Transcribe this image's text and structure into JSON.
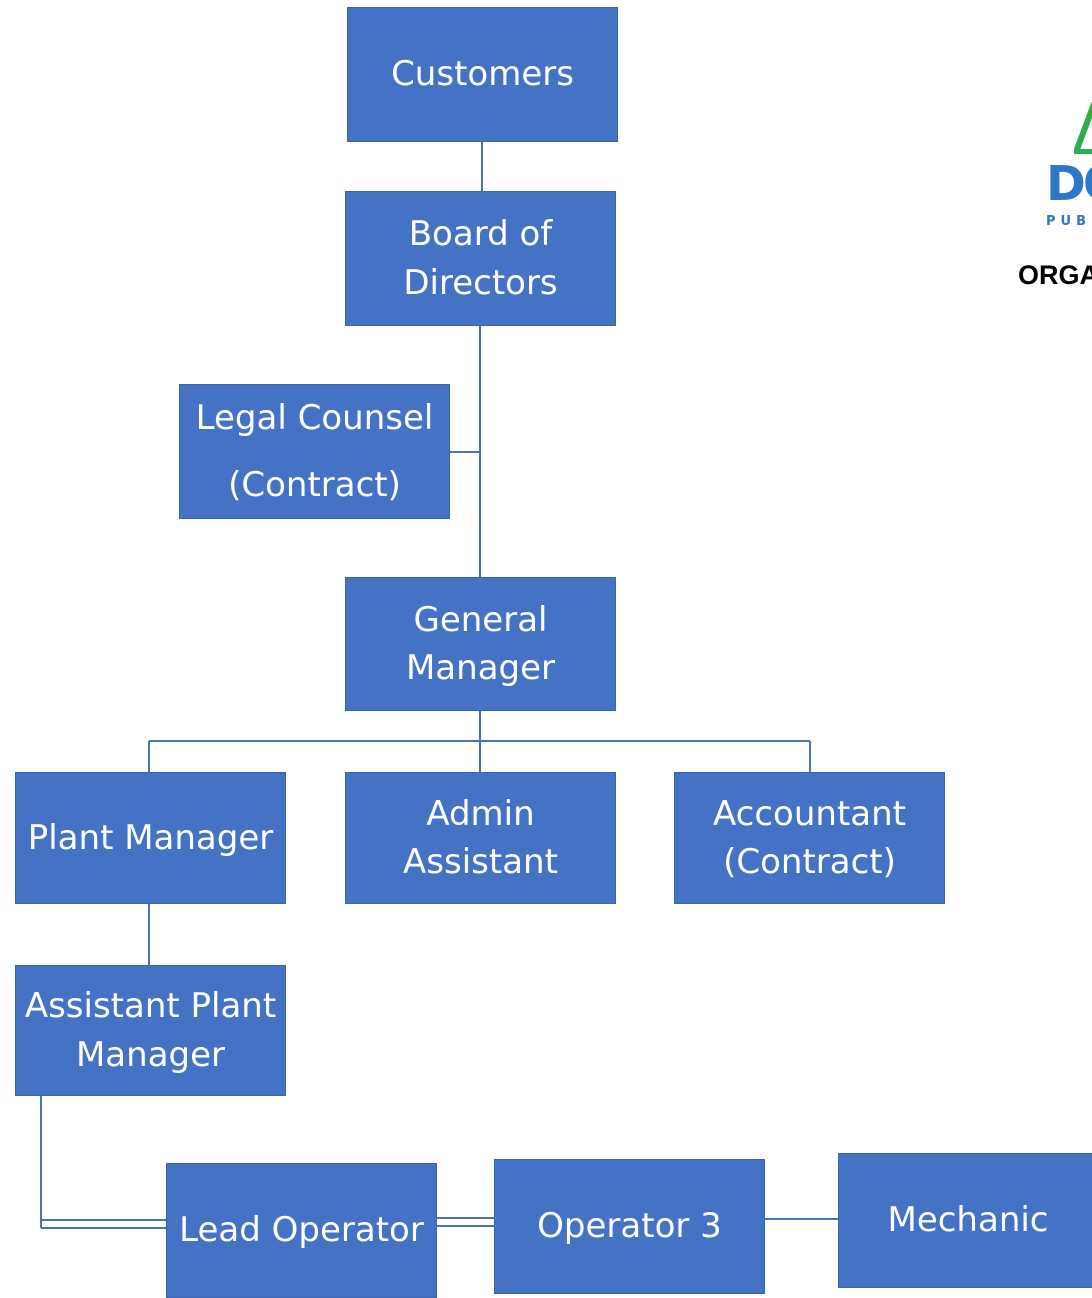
{
  "diagram": {
    "type": "org-chart",
    "box_color": "#4472c4",
    "line_color": "#4a73b8",
    "nodes": [
      {
        "id": "customers",
        "label": "Customers"
      },
      {
        "id": "board",
        "label": "Board of\nDirectors"
      },
      {
        "id": "legal",
        "label": "Legal Counsel\n(Contract)"
      },
      {
        "id": "gm",
        "label": "General\nManager"
      },
      {
        "id": "plant_mgr",
        "label": "Plant Manager"
      },
      {
        "id": "admin",
        "label": "Admin\nAssistant"
      },
      {
        "id": "accountant",
        "label": "Accountant\n(Contract)"
      },
      {
        "id": "asst_plant_mgr",
        "label": "Assistant Plant\nManager"
      },
      {
        "id": "lead_op",
        "label": "Lead Operator"
      },
      {
        "id": "op3",
        "label": "Operator 3"
      },
      {
        "id": "mechanic",
        "label": "Mechanic"
      }
    ],
    "edges": [
      [
        "customers",
        "board"
      ],
      [
        "board",
        "gm"
      ],
      [
        "board",
        "legal"
      ],
      [
        "gm",
        "plant_mgr"
      ],
      [
        "gm",
        "admin"
      ],
      [
        "gm",
        "accountant"
      ],
      [
        "plant_mgr",
        "asst_plant_mgr"
      ],
      [
        "asst_plant_mgr",
        "lead_op"
      ],
      [
        "lead_op",
        "op3"
      ],
      [
        "op3",
        "mechanic"
      ]
    ]
  },
  "logo": {
    "word": "DO",
    "sub": "PUB",
    "caption": "ORGA",
    "mark_color": "#2bb04a",
    "text_color": "#2e77c8"
  }
}
